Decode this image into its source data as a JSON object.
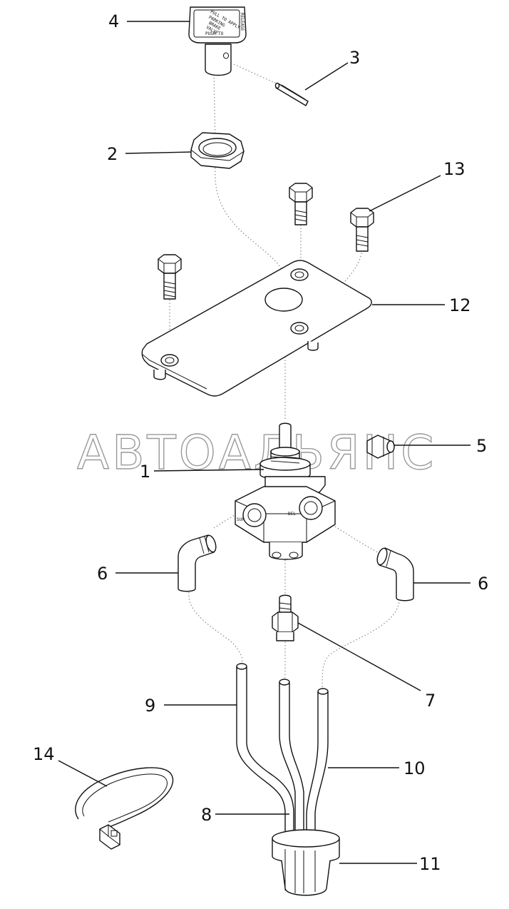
{
  "watermark": "АВТОАЛЬЯНС",
  "knob": {
    "line1": "PARKING",
    "line2": "BRAKE",
    "line3": "VALVE",
    "top_text": "PULL TO APPLY",
    "bottom_text": "PUSH TO",
    "side_text": "RELEASE"
  },
  "valve_marks": {
    "left": "SUP",
    "right": "DEL"
  },
  "callouts": {
    "c1": "1",
    "c2": "2",
    "c3": "3",
    "c4": "4",
    "c5": "5",
    "c6_left": "6",
    "c6_right": "6",
    "c7": "7",
    "c8": "8",
    "c9": "9",
    "c10": "10",
    "c11": "11",
    "c12": "12",
    "c13": "13",
    "c14": "14"
  }
}
